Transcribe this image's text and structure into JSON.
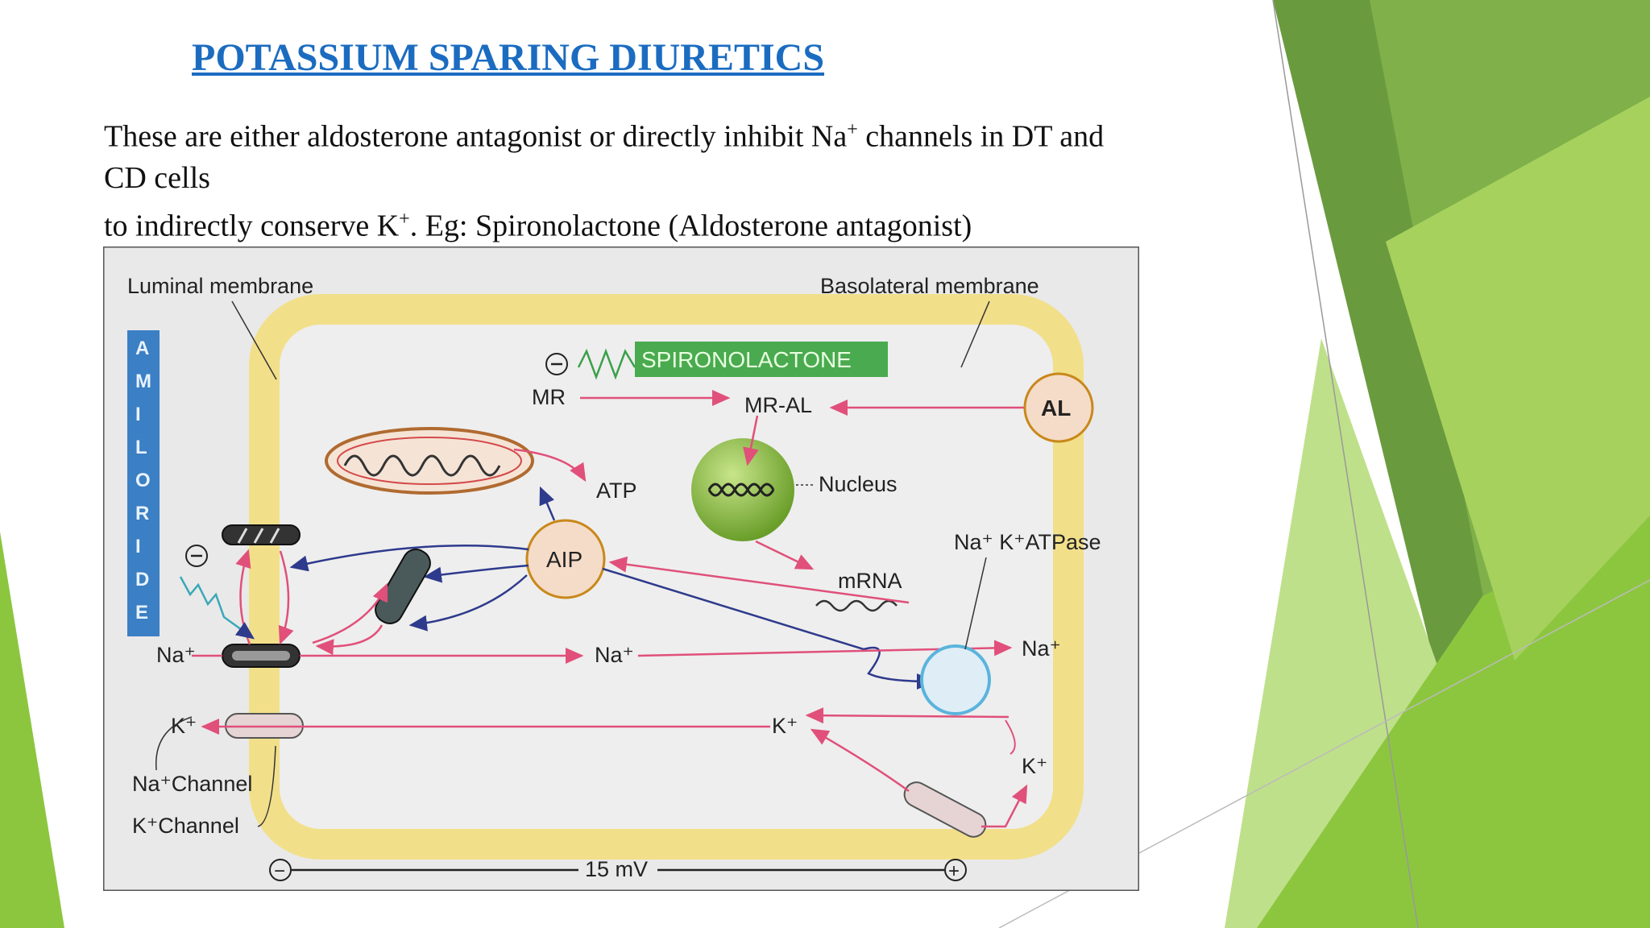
{
  "title": "POTASSIUM SPARING DIURETICS",
  "intro": {
    "p1_a": "These are either aldosterone antagonist or directly inhibit Na",
    "p1_sup": "+",
    "p1_b": " channels in DT and",
    "p2": "CD cells",
    "p3_a": "to indirectly conserve K",
    "p3_sup": "+",
    "p3_b": ". Eg: Spironolactone (Aldosterone antagonist)"
  },
  "diagram": {
    "luminal_membrane": "Luminal membrane",
    "basolateral_membrane": "Basolateral membrane",
    "amiloride": [
      "A",
      "M",
      "I",
      "L",
      "O",
      "R",
      "I",
      "D",
      "E"
    ],
    "spironolactone": "SPIRONOLACTONE",
    "mr": "MR",
    "mr_al": "MR-AL",
    "al": "AL",
    "atp": "ATP",
    "nucleus": "Nucleus",
    "aip": "AIP",
    "mrna": "mRNA",
    "na_k_atpase": "Na⁺ K⁺ATPase",
    "na_left": "Na⁺",
    "na_mid": "Na⁺",
    "na_right": "Na⁺",
    "k_left": "K⁺",
    "k_mid": "K⁺",
    "k_right": "K⁺",
    "na_channel": "Na⁺Channel",
    "k_channel": "K⁺Channel",
    "voltage": "15 mV",
    "minus": "−",
    "plus": "+"
  },
  "colors": {
    "title": "#1b6cc0",
    "green_dark": "#6a9a3e",
    "green_light": "#8cc63f",
    "membrane": "#f2df8a",
    "amiloride_bar": "#3b7fc4",
    "spironolactone_box": "#4aaa4f",
    "arrow_pink": "#e0507a",
    "arrow_blue": "#2e3a8c"
  }
}
